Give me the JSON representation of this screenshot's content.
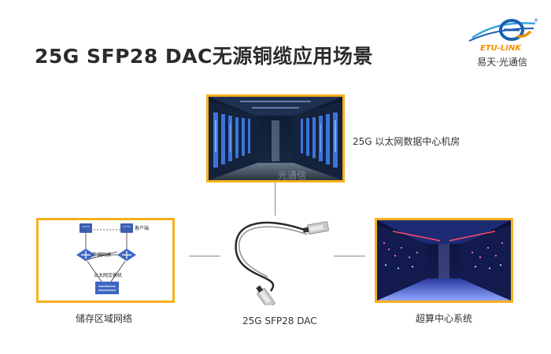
{
  "title": "25G SFP28 DAC无源铜缆应用场景",
  "logo": {
    "brand_text": "ETU-LINK",
    "company_name": "易天·光通信",
    "colors": {
      "blue": "#1a5fb4",
      "orange": "#f39200",
      "light_blue": "#37a5e0"
    }
  },
  "frame_color": "#f7b01c",
  "scenarios": {
    "datacenter": {
      "caption": "25G 以太网数据中心机房",
      "watermark": "光通信"
    },
    "storage": {
      "caption": "储存区域网络",
      "diagram_labels": {
        "client": "客户端",
        "storage_switch": "存储网络",
        "ethernet_switch": "以太网交换机"
      }
    },
    "hpc": {
      "caption": "超算中心系统"
    },
    "cable": {
      "caption": "25G SFP28 DAC"
    }
  }
}
